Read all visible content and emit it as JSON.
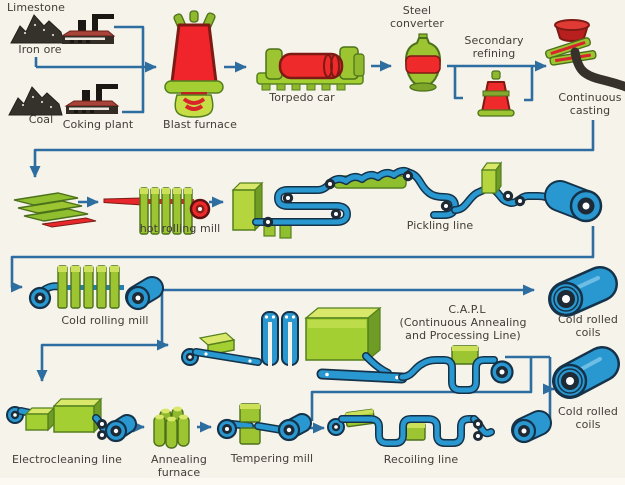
{
  "diagram": {
    "title_implicit": "Steel manufacturing process flow",
    "labels": {
      "limestone": "Limestone",
      "iron_ore": "Iron ore",
      "coal": "Coal",
      "coking_plant": "Coking plant",
      "blast_furnace": "Blast furnace",
      "torpedo_car": "Torpedo car",
      "steel_converter": "Steel converter",
      "secondary_refining": "Secondary refining",
      "continuous_casting": "Continuous casting",
      "hot_rolling_mill": "hot rolling mill",
      "pickling_line": "Pickling line",
      "cold_rolling_mill": "Cold rolling mill",
      "capl_title": "C.A.P.L",
      "capl_subtitle": "(Continuous Annealing and Processing Line)",
      "cold_rolled_coils_top": "Cold rolled coils",
      "electrocleaning_line": "Electrocleaning line",
      "annealing_furnace": "Annealing furnace",
      "tempering_mill": "Tempering mill",
      "recoiling_line": "Recoiling line",
      "cold_rolled_coils_bottom": "Cold rolled coils"
    },
    "colors": {
      "background": "#f6f3ea",
      "flow_line": "#2d6d9f",
      "machine_green": "#a4cf33",
      "machine_green_dark": "#55801e",
      "hot_metal_red": "#ee2a2b",
      "strip_blue": "#2a98d0",
      "outline_navy": "#14334a",
      "text": "#423d38"
    }
  }
}
